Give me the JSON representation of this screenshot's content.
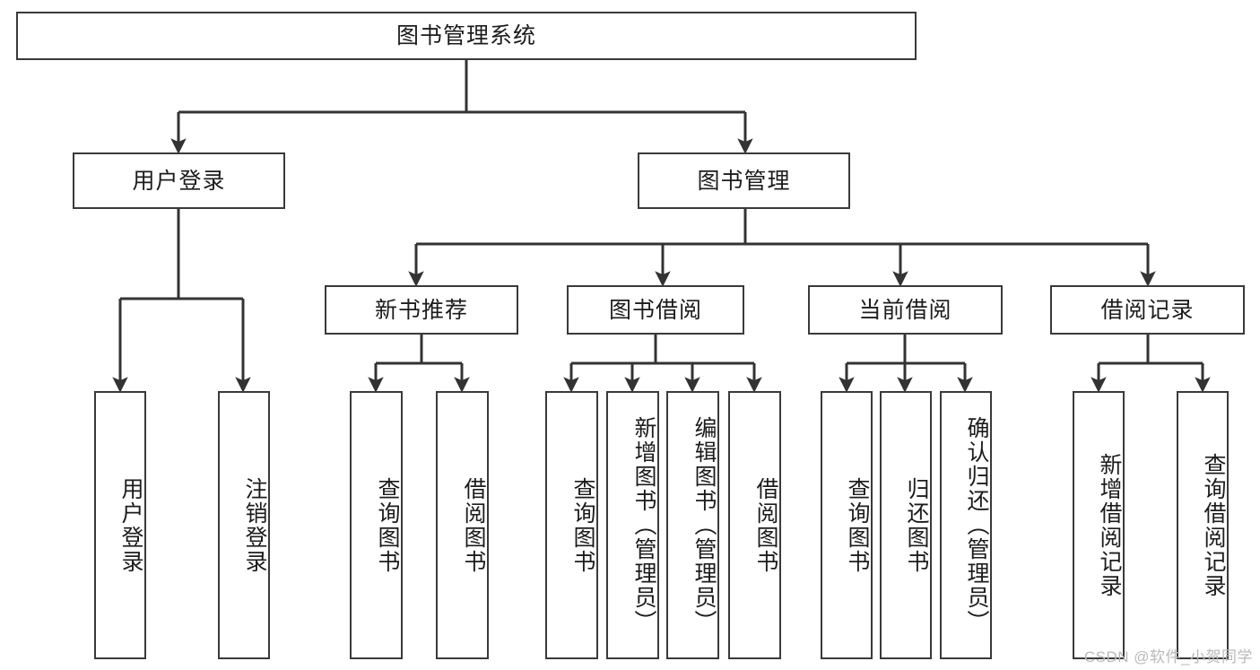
{
  "diagram": {
    "title": "图书管理系统",
    "type": "功能结构图",
    "watermark": "CSDN @软件_小贺同学",
    "colors": {
      "background": "#ffffff",
      "node_border": "#3a3a3a",
      "node_fill": "#ffffff",
      "edge": "#333333",
      "text": "#1c1c1c",
      "watermark": "#b9b9b9"
    }
  },
  "nodes": {
    "root": {
      "label": "图书管理系统"
    },
    "level2": [
      {
        "id": "user-login",
        "label": "用户登录"
      },
      {
        "id": "book-manage",
        "label": "图书管理"
      }
    ],
    "level3": [
      {
        "id": "new-book-recommend",
        "label": "新书推荐"
      },
      {
        "id": "book-borrow",
        "label": "图书借阅"
      },
      {
        "id": "current-borrow",
        "label": "当前借阅"
      },
      {
        "id": "borrow-record",
        "label": "借阅记录"
      }
    ],
    "leaves": {
      "user-login": [
        {
          "id": "leaf-user-login",
          "label": "用户登录"
        },
        {
          "id": "leaf-logout-login",
          "label": "注销登录"
        }
      ],
      "new-book-recommend": [
        {
          "id": "leaf-query-book-1",
          "label": "查询图书"
        },
        {
          "id": "leaf-borrow-book-1",
          "label": "借阅图书"
        }
      ],
      "book-borrow": [
        {
          "id": "leaf-query-book-2",
          "label": "查询图书"
        },
        {
          "id": "leaf-add-book",
          "label": "新增图书（管理员）"
        },
        {
          "id": "leaf-edit-book",
          "label": "编辑图书（管理员）"
        },
        {
          "id": "leaf-borrow-book-2",
          "label": "借阅图书"
        }
      ],
      "current-borrow": [
        {
          "id": "leaf-query-book-3",
          "label": "查询图书"
        },
        {
          "id": "leaf-return-book",
          "label": "归还图书"
        },
        {
          "id": "leaf-confirm-return",
          "label": "确认归还（管理员）"
        }
      ],
      "borrow-record": [
        {
          "id": "leaf-add-record",
          "label": "新增借阅记录"
        },
        {
          "id": "leaf-query-record",
          "label": "查询借阅记录"
        }
      ]
    }
  }
}
